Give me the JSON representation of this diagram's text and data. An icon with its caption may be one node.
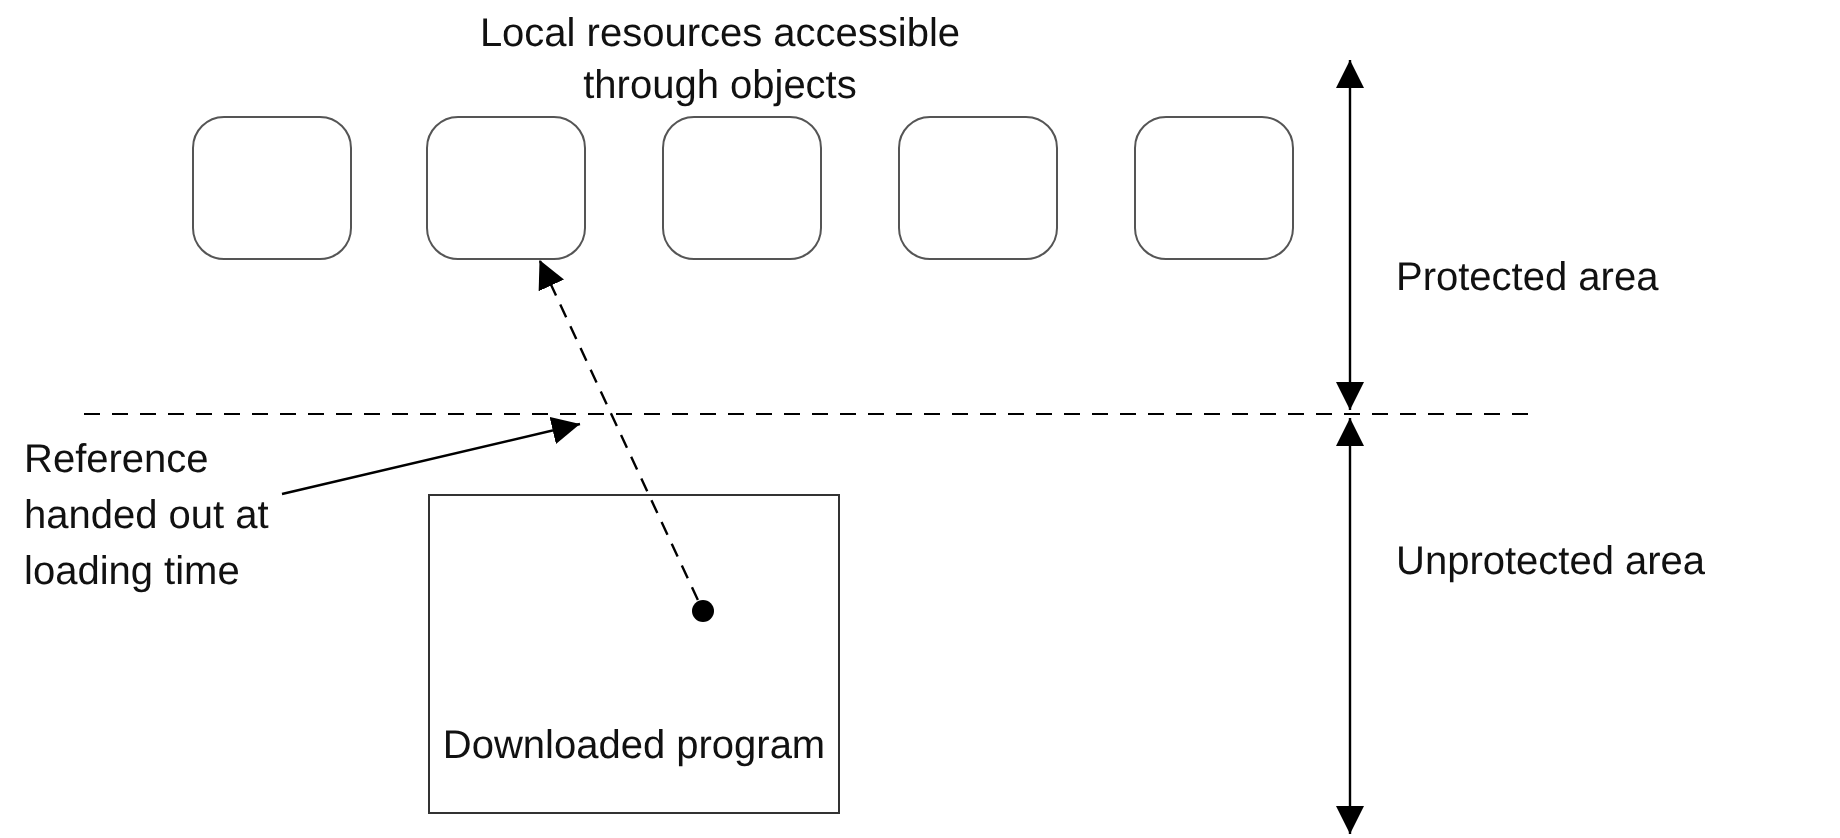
{
  "diagram": {
    "nodes": [
      {
        "text": [],
        "shape": "box"
      },
      {
        "text": [],
        "shape": "box"
      },
      {
        "text": [],
        "shape": "box"
      },
      {
        "text": [],
        "shape": "box"
      },
      {
        "text": [],
        "shape": "box"
      },
      {
        "text": [
          "Downloaded program"
        ]
      },
      {
        "text": [],
        "shape": "circle",
        "in": 5
      },
      {
        "text": [
          "Reference handed out at loading time"
        ]
      }
    ],
    "edges": [
      {
        "from": 6,
        "to": 1,
        "arrow": "to",
        "style": "dashed"
      },
      {
        "from": 7,
        "to": null,
        "arrow": "to"
      }
    ],
    "labels": [
      "Local resources accessible through objects",
      "Protected area",
      "Unprotected area"
    ]
  }
}
